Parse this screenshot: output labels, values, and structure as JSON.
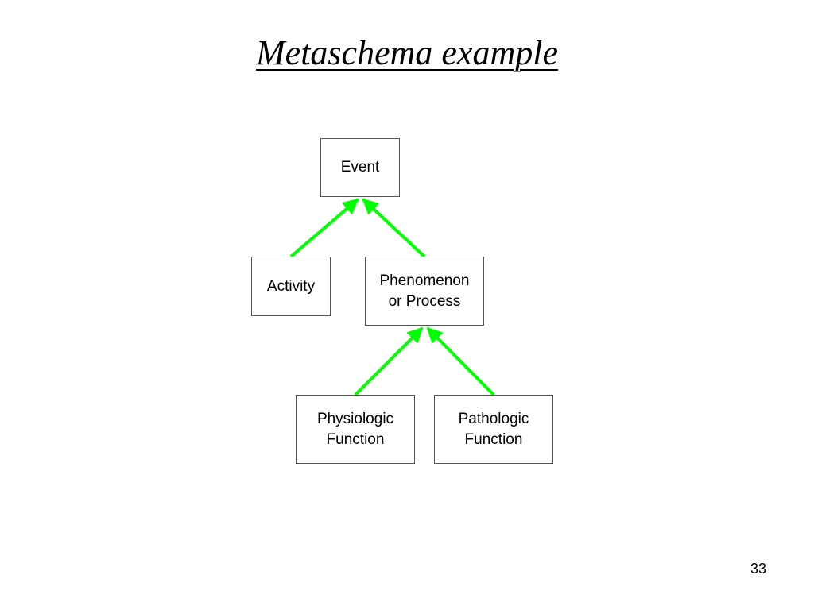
{
  "slide": {
    "title": "Metaschema example",
    "page_number": "33",
    "edge_color": "#00ff00"
  },
  "nodes": {
    "event": "Event",
    "activity": "Activity",
    "phenomenon": "Phenomenon\nor Process",
    "physiologic": "Physiologic\nFunction",
    "pathologic": "Pathologic\nFunction"
  },
  "edges": [
    {
      "from": "Activity",
      "to": "Event"
    },
    {
      "from": "Phenomenon or Process",
      "to": "Event"
    },
    {
      "from": "Physiologic Function",
      "to": "Phenomenon or Process"
    },
    {
      "from": "Pathologic Function",
      "to": "Phenomenon or Process"
    }
  ]
}
